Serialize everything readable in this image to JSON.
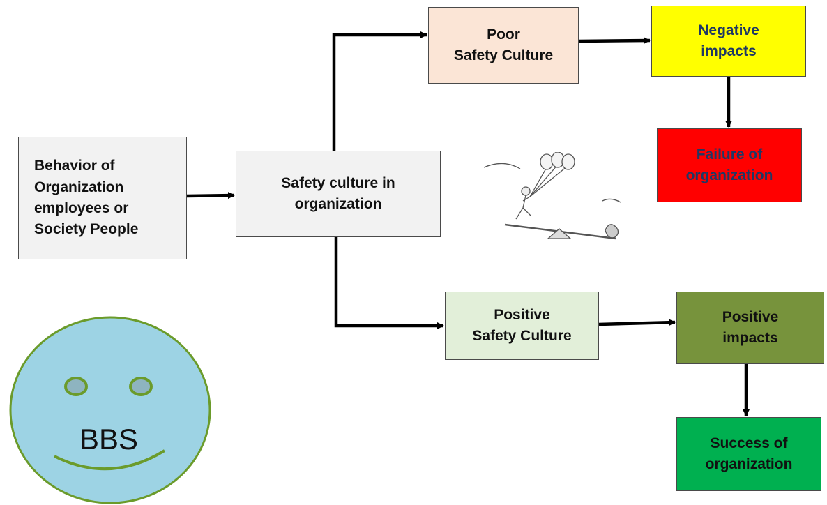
{
  "nodes": {
    "behavior": "Behavior of\nOrganization\nemployees or\nSociety People",
    "safety_culture": "Safety culture in\norganization",
    "poor_culture": "Poor\nSafety Culture",
    "negative_impacts": "Negative\nimpacts",
    "failure": "Failure of\norganization",
    "positive_culture": "Positive\nSafety Culture",
    "positive_impacts": "Positive\nimpacts",
    "success": "Success of\norganization"
  },
  "smiley": {
    "label": "BBS"
  },
  "colors": {
    "neutral_fill": "#f2f2f2",
    "poor_fill": "#fbe5d6",
    "negative_fill": "#ffff00",
    "failure_fill": "#ff0000",
    "positive_culture_fill": "#e2efd9",
    "positive_impacts_fill": "#77933c",
    "success_fill": "#00b050",
    "smiley_fill": "#9dd3e4",
    "smiley_outline": "#6b9b2b"
  }
}
